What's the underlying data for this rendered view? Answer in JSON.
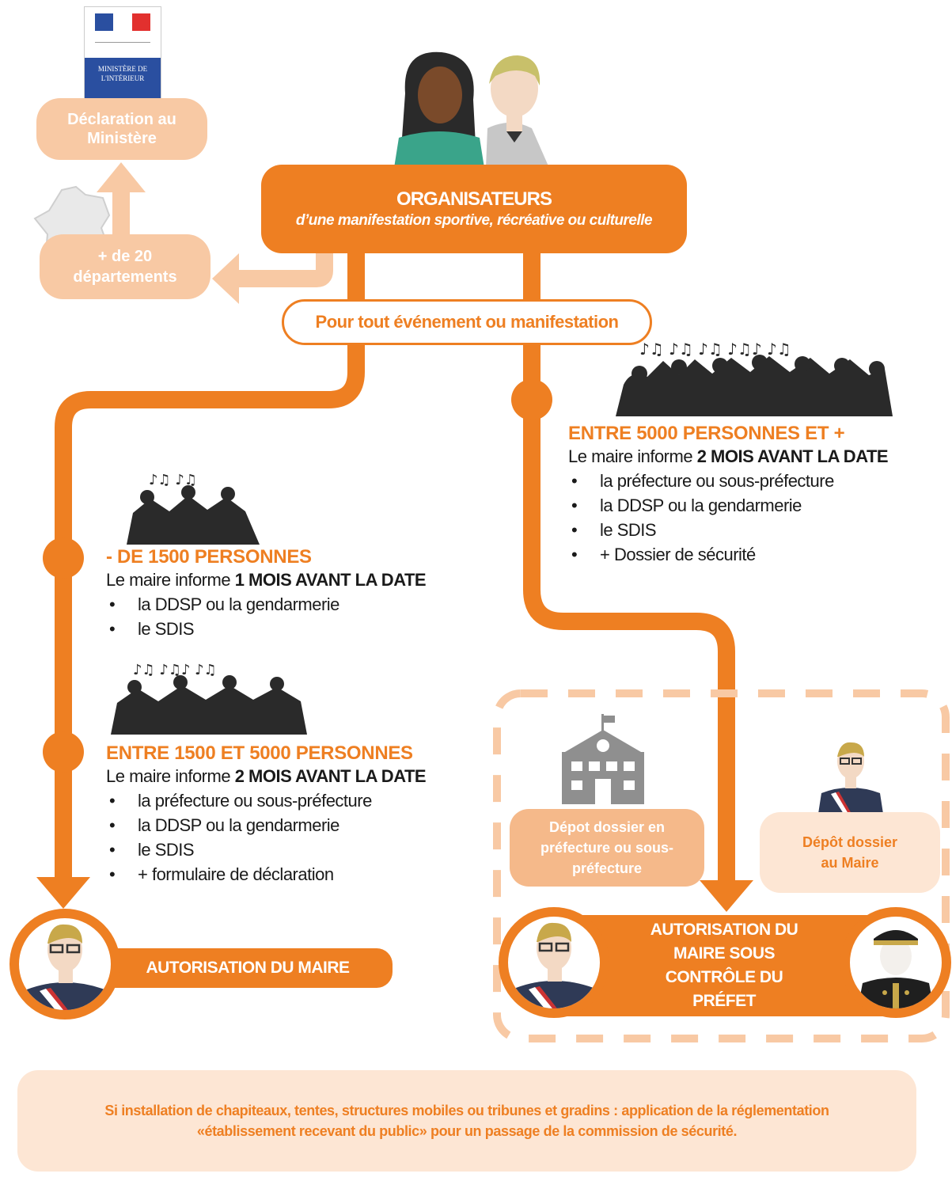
{
  "ministry": {
    "logo_text": "MINISTÈRE DE L'INTÉRIEUR",
    "declaration_label": "Déclaration au Ministère"
  },
  "departments": {
    "label": "+ de 20 départements"
  },
  "organizers": {
    "title": "ORGANISATEURS",
    "subtitle": "d’une manifestation sportive, récréative ou culturelle"
  },
  "all_events": {
    "label": "Pour tout événement ou manifestation"
  },
  "sections": {
    "small": {
      "title": "- DE 1500 PERSONNES",
      "lead_prefix": "Le maire informe ",
      "lead_bold": "1 MOIS AVANT LA DATE",
      "items": [
        "la DDSP ou la gendarmerie",
        "le SDIS"
      ]
    },
    "medium": {
      "title": "ENTRE 1500 ET 5000 PERSONNES",
      "lead_prefix": "Le maire informe ",
      "lead_bold": "2 MOIS AVANT LA DATE",
      "items": [
        "la préfecture ou sous-préfecture",
        "la DDSP ou la gendarmerie",
        "le SDIS",
        "+ formulaire de déclaration"
      ]
    },
    "large": {
      "title": "ENTRE 5000 PERSONNES ET +",
      "lead_prefix": "Le maire informe ",
      "lead_bold": "2 MOIS AVANT LA DATE",
      "items": [
        "la préfecture ou sous-préfecture",
        "la DDSP ou la gendarmerie",
        "le SDIS",
        "+ Dossier de sécurité"
      ]
    }
  },
  "deposits": {
    "prefecture": "Dépot dossier en préfecture ou sous-préfecture",
    "mayor": "Dépôt dossier au Maire"
  },
  "authorizations": {
    "mayor": "AUTORISATION DU MAIRE",
    "mayor_prefect": "AUTORISATION DU MAIRE SOUS CONTRÔLE DU PRÉFET"
  },
  "note": {
    "line1": "Si installation de chapiteaux, tentes, structures mobiles ou tribunes et gradins : application de la réglementation",
    "line2": "«établissement recevant du public» pour un passage de la commission de sécurité."
  },
  "colors": {
    "orange": "#ee7f22",
    "light_orange": "#f8c9a4",
    "pale_orange": "#fde6d4"
  }
}
